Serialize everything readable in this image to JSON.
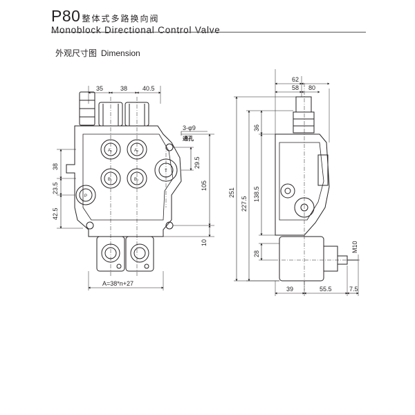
{
  "header": {
    "model": "P80",
    "title_cn": "整体式多路换向阀",
    "title_en": "Monoblock Directional Control Valve"
  },
  "section": {
    "label_cn": "外观尺寸图",
    "label_en": "Dimension"
  },
  "front_view": {
    "top_dims": [
      "35",
      "38",
      "40.5"
    ],
    "left_dims": [
      "38",
      "23.5",
      "42.5"
    ],
    "right_dims": [
      "29.5",
      "105",
      "10"
    ],
    "bottom_formula": "A=38*n+27",
    "hole_note": "3-φ9",
    "hole_note_cn": "通孔",
    "port_labels": [
      "A₁",
      "A₂",
      "B₁",
      "B₂",
      "T",
      "P"
    ]
  },
  "side_view": {
    "top_dims": [
      "62",
      "58",
      "80"
    ],
    "left_dims": [
      "251",
      "227.5",
      "138.5",
      "36",
      "28"
    ],
    "bottom_dims": [
      "39",
      "55.5",
      "7.5"
    ],
    "thread": "M10"
  }
}
